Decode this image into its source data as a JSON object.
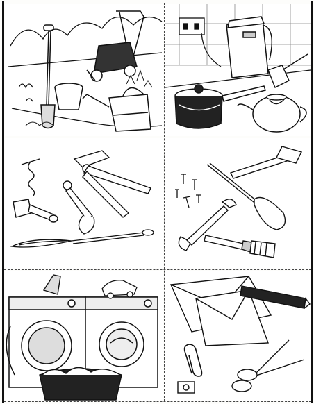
{
  "worksheet": {
    "panels": [
      {
        "id": "garden",
        "items": [
          "spade-icon",
          "lawnmower-icon",
          "flower-pot-icon",
          "watering-can-icon"
        ]
      },
      {
        "id": "kitchen",
        "items": [
          "wall-socket-icon",
          "kettle-icon",
          "saucepan-icon",
          "fish-slice-icon",
          "teapot-icon"
        ]
      },
      {
        "id": "kitchen-utensils",
        "items": [
          "corkscrew-icon",
          "can-opener-icon",
          "nutcracker-icon",
          "bottle-opener-icon",
          "meat-tenderizer-icon",
          "whisk-icon"
        ]
      },
      {
        "id": "workshop-tools",
        "items": [
          "nails-icon",
          "screwdriver-icon",
          "hammer-icon",
          "spanner-icon",
          "paintbrush-icon"
        ]
      },
      {
        "id": "laundry",
        "items": [
          "iron-icon",
          "washing-machine-icon",
          "tumble-dryer-icon",
          "laundry-basket-icon"
        ]
      },
      {
        "id": "stationery",
        "items": [
          "envelope-icon",
          "pencil-icon",
          "paper-clip-icon",
          "pencil-sharpener-icon",
          "scissors-icon"
        ]
      }
    ],
    "colors": {
      "ink": "#111111",
      "paper": "#ffffff",
      "fill_grey": "#bdbdbd"
    }
  }
}
